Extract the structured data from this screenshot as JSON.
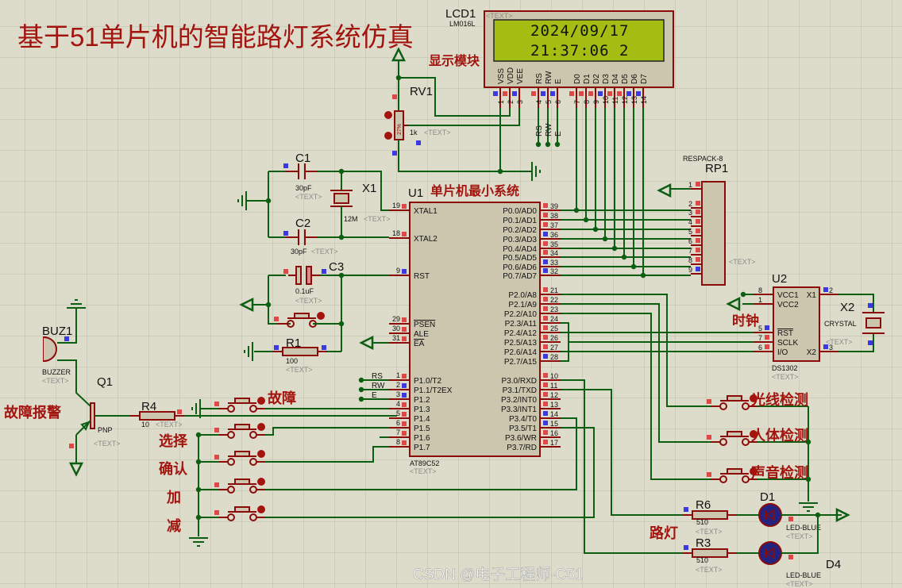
{
  "title": "基于51单片机的智能路灯系统仿真",
  "colors": {
    "wire": "#0b5e12",
    "component_outline": "#8b0a0a",
    "component_body": "#cdc6ae",
    "lcd_screen": "#a3bd12",
    "annotation": "#a3140f",
    "led": "#23237e",
    "background": "#dddccb"
  },
  "annotations": {
    "display_module": "显示模块",
    "mcu_min_system": "单片机最小系统",
    "clock": "时钟",
    "fault_alarm": "故障报警",
    "fault": "故障",
    "select": "选择",
    "confirm": "确认",
    "add": "加",
    "subtract": "减",
    "light_detect": "光线检测",
    "human_detect": "人体检测",
    "sound_detect": "声音检测",
    "street_light": "路灯"
  },
  "text_tag": "<TEXT>",
  "lcd": {
    "ref": "LCD1",
    "part": "LM016L",
    "line1": "2024/09/17",
    "line2": "21:37:06 2",
    "pins": [
      {
        "n": "1",
        "name": "VSS"
      },
      {
        "n": "2",
        "name": "VDD"
      },
      {
        "n": "3",
        "name": "VEE"
      },
      {
        "n": "4",
        "name": "RS"
      },
      {
        "n": "5",
        "name": "RW"
      },
      {
        "n": "6",
        "name": "E"
      },
      {
        "n": "7",
        "name": "D0"
      },
      {
        "n": "8",
        "name": "D1"
      },
      {
        "n": "9",
        "name": "D2"
      },
      {
        "n": "10",
        "name": "D3"
      },
      {
        "n": "11",
        "name": "D4"
      },
      {
        "n": "12",
        "name": "D5"
      },
      {
        "n": "13",
        "name": "D6"
      },
      {
        "n": "14",
        "name": "D7"
      }
    ],
    "net_labels": [
      "RS",
      "RW",
      "E"
    ]
  },
  "u1": {
    "ref": "U1",
    "part": "AT89C52",
    "left_pins": [
      {
        "n": "19",
        "name": "XTAL1"
      },
      {
        "n": "18",
        "name": "XTAL2"
      },
      {
        "n": "9",
        "name": "RST"
      },
      {
        "n": "29",
        "name": "PSEN",
        "bar": true
      },
      {
        "n": "30",
        "name": "ALE"
      },
      {
        "n": "31",
        "name": "EA",
        "bar": true
      },
      {
        "n": "1",
        "name": "P1.0/T2"
      },
      {
        "n": "2",
        "name": "P1.1/T2EX"
      },
      {
        "n": "3",
        "name": "P1.2"
      },
      {
        "n": "4",
        "name": "P1.3"
      },
      {
        "n": "5",
        "name": "P1.4"
      },
      {
        "n": "6",
        "name": "P1.5"
      },
      {
        "n": "7",
        "name": "P1.6"
      },
      {
        "n": "8",
        "name": "P1.7"
      }
    ],
    "right_pins": [
      {
        "n": "39",
        "name": "P0.0/AD0"
      },
      {
        "n": "38",
        "name": "P0.1/AD1"
      },
      {
        "n": "37",
        "name": "P0.2/AD2"
      },
      {
        "n": "36",
        "name": "P0.3/AD3"
      },
      {
        "n": "35",
        "name": "P0.4/AD4"
      },
      {
        "n": "34",
        "name": "P0.5/AD5"
      },
      {
        "n": "33",
        "name": "P0.6/AD6"
      },
      {
        "n": "32",
        "name": "P0.7/AD7"
      },
      {
        "n": "21",
        "name": "P2.0/A8"
      },
      {
        "n": "22",
        "name": "P2.1/A9"
      },
      {
        "n": "23",
        "name": "P2.2/A10"
      },
      {
        "n": "24",
        "name": "P2.3/A11"
      },
      {
        "n": "25",
        "name": "P2.4/A12"
      },
      {
        "n": "26",
        "name": "P2.5/A13"
      },
      {
        "n": "27",
        "name": "P2.6/A14"
      },
      {
        "n": "28",
        "name": "P2.7/A15"
      },
      {
        "n": "10",
        "name": "P3.0/RXD"
      },
      {
        "n": "11",
        "name": "P3.1/TXD"
      },
      {
        "n": "12",
        "name": "P3.2/INT0"
      },
      {
        "n": "13",
        "name": "P3.3/INT1"
      },
      {
        "n": "14",
        "name": "P3.4/T0"
      },
      {
        "n": "15",
        "name": "P3.5/T1"
      },
      {
        "n": "16",
        "name": "P3.6/WR"
      },
      {
        "n": "17",
        "name": "P3.7/RD"
      }
    ],
    "net_labels": [
      "RS",
      "RW",
      "E"
    ]
  },
  "rv1": {
    "ref": "RV1",
    "value": "1k",
    "percent": "27%"
  },
  "c1": {
    "ref": "C1",
    "value": "30pF"
  },
  "c2": {
    "ref": "C2",
    "value": "30pF"
  },
  "c3": {
    "ref": "C3",
    "value": "0.1uF"
  },
  "x1": {
    "ref": "X1",
    "value": "12M"
  },
  "r1": {
    "ref": "R1",
    "value": "100"
  },
  "r4": {
    "ref": "R4",
    "value": "10"
  },
  "r6": {
    "ref": "R6",
    "value": "510"
  },
  "r3": {
    "ref": "R3",
    "value": "510"
  },
  "d1": {
    "ref": "D1",
    "value": "LED-BLUE"
  },
  "d4": {
    "ref": "D4",
    "value": "LED-BLUE"
  },
  "buz1": {
    "ref": "BUZ1",
    "value": "BUZZER"
  },
  "q1": {
    "ref": "Q1",
    "value": "PNP"
  },
  "rp1": {
    "ref": "RP1",
    "part": "RESPACK-8",
    "pins": [
      "1",
      "2",
      "3",
      "4",
      "5",
      "6",
      "7",
      "8",
      "9"
    ]
  },
  "u2": {
    "ref": "U2",
    "part": "DS1302",
    "left_pins": [
      {
        "n": "8",
        "name": "VCC1"
      },
      {
        "n": "1",
        "name": "VCC2"
      },
      {
        "n": "5",
        "name": "RST",
        "bar": true
      },
      {
        "n": "7",
        "name": "SCLK"
      },
      {
        "n": "6",
        "name": "I/O"
      }
    ],
    "right_pins": [
      {
        "n": "2",
        "name": "X1"
      },
      {
        "n": "3",
        "name": "X2"
      }
    ]
  },
  "x2": {
    "ref": "X2",
    "value": "CRYSTAL"
  },
  "watermark": "CSDN @电子工程师-C51"
}
